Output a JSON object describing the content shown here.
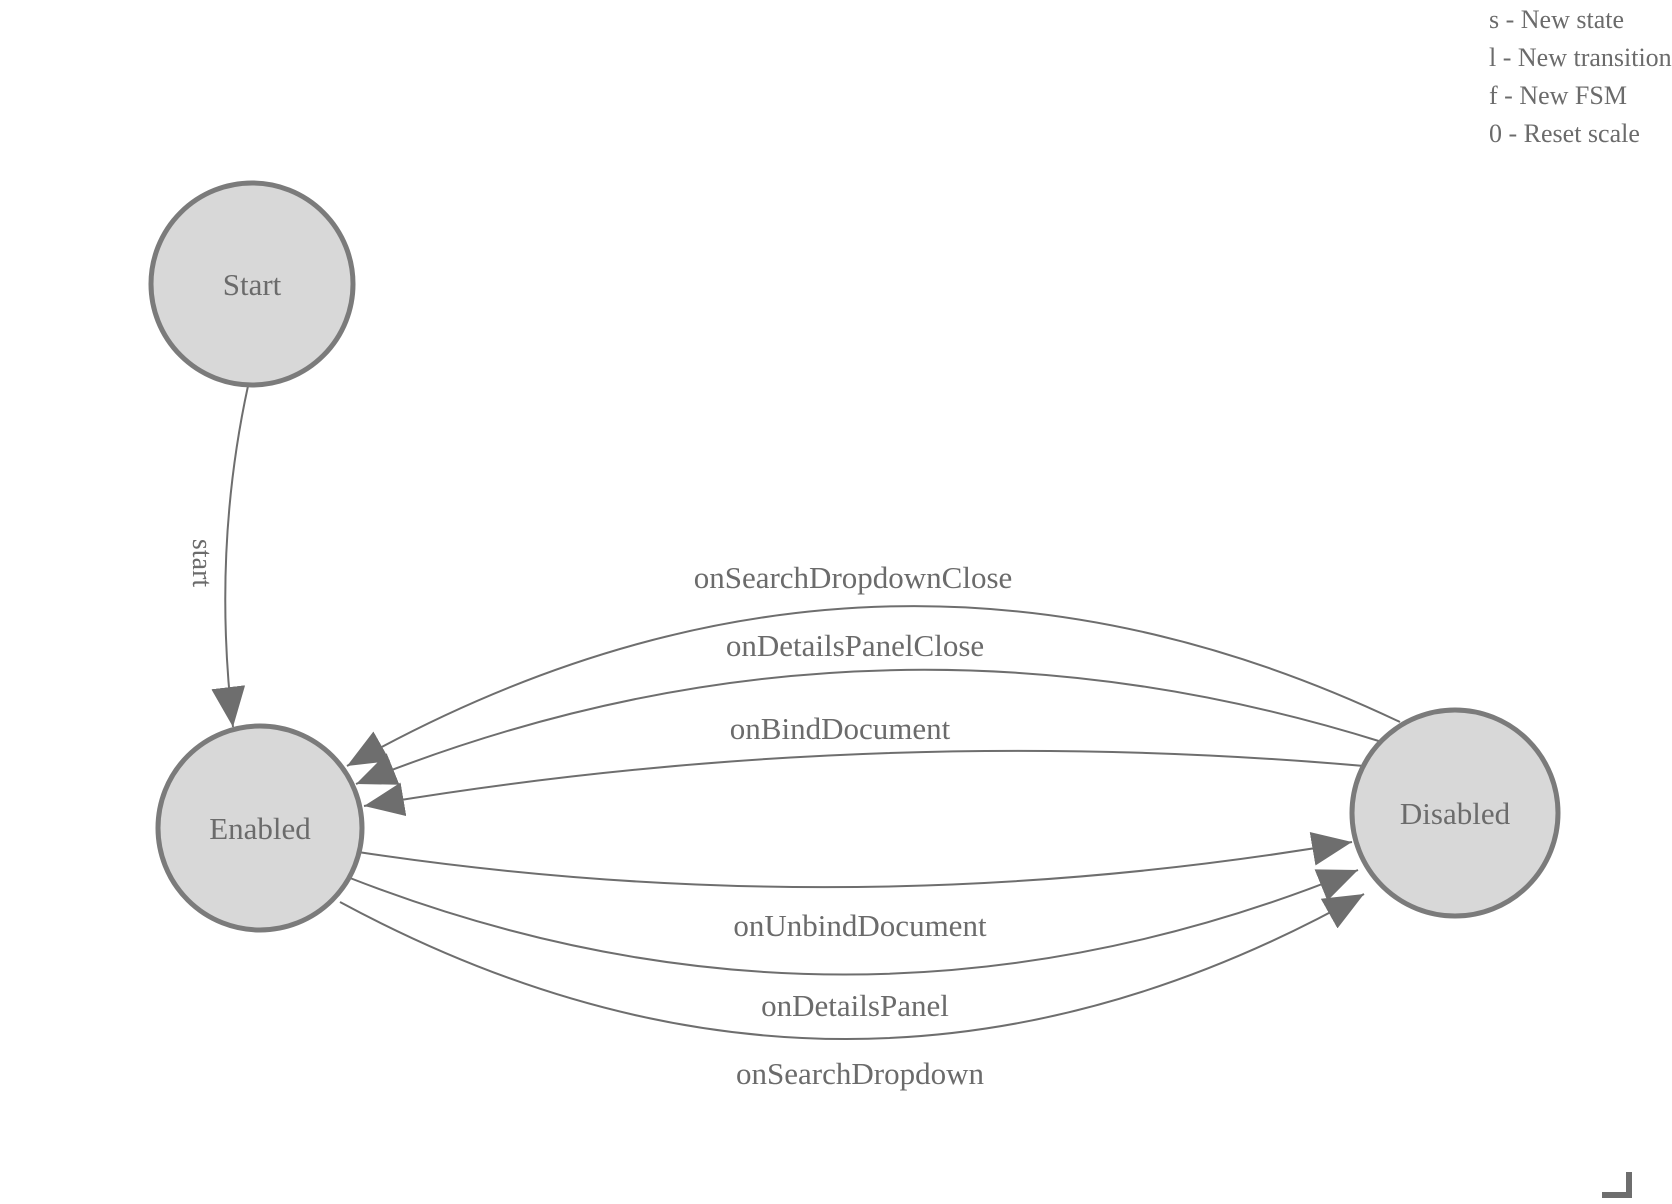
{
  "diagram": {
    "nodes": {
      "start": "Start",
      "enabled": "Enabled",
      "disabled": "Disabled"
    },
    "edges": {
      "start_to_enabled": "start",
      "disabled_to_enabled": [
        "onSearchDropdownClose",
        "onDetailsPanelClose",
        "onBindDocument"
      ],
      "enabled_to_disabled": [
        "onUnbindDocument",
        "onDetailsPanel",
        "onSearchDropdown"
      ]
    }
  },
  "legend": {
    "lines": [
      "s - New state",
      "l - New transition",
      "f - New FSM",
      "0 - Reset scale"
    ]
  },
  "colors": {
    "background": "#ffffff",
    "node_fill": "#d8d8d8",
    "node_stroke": "#7b7b7b",
    "edge_stroke": "#6e6e6e",
    "arrowhead": "#6e6e6e",
    "text": "#6b6b6b"
  }
}
